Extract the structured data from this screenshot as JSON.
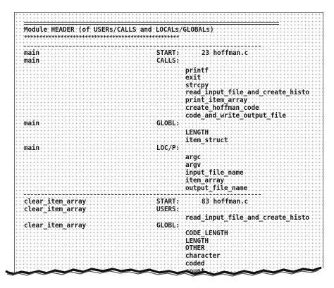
{
  "header": {
    "title": "Module HEADER (of USERs/CALLS and LOCALs/GLOBALs)",
    "stars": "***************************************************"
  },
  "entries": [
    {
      "name": "main",
      "tag": "START:",
      "value": "23 hoffman.c",
      "items": []
    },
    {
      "name": "main",
      "tag": "CALLS:",
      "value": "",
      "items": [
        "printf",
        "exit",
        "strcpy",
        "read_input_file_and_create_histo",
        "print_item_array",
        "create_hoffman_code",
        "code_and_write_output_file"
      ]
    },
    {
      "name": "main",
      "tag": "GLOBL:",
      "value": "",
      "items": [
        "LENGTH",
        "item_struct"
      ]
    },
    {
      "name": "main",
      "tag": "LOC/P:",
      "value": "",
      "items": [
        "argc",
        "argv",
        "input_file_name",
        "item_array",
        "output_file_name"
      ]
    },
    {
      "name": "clear_item_array",
      "tag": "START:",
      "value": "83 hoffman.c",
      "items": []
    },
    {
      "name": "clear_item_array",
      "tag": "USERS:",
      "value": "",
      "items": [
        "read_input_file_and_create_histo"
      ]
    },
    {
      "name": "clear_item_array",
      "tag": "GLOBL:",
      "value": "",
      "items": [
        "CODE_LENGTH",
        "LENGTH",
        "OTHER",
        "character",
        "coded",
        "count"
      ]
    }
  ]
}
